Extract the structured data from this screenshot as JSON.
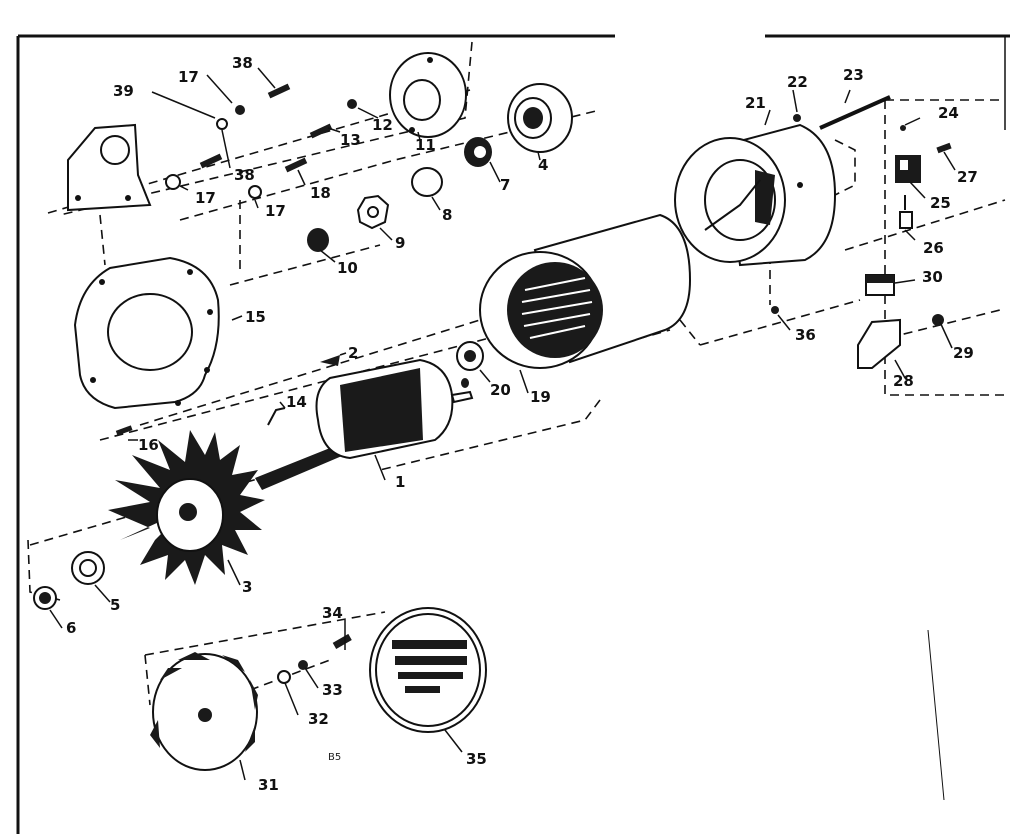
{
  "diagram": {
    "code": "B5",
    "parts": [
      {
        "id": "1",
        "label": "1"
      },
      {
        "id": "2",
        "label": "2"
      },
      {
        "id": "3",
        "label": "3"
      },
      {
        "id": "4",
        "label": "4"
      },
      {
        "id": "5",
        "label": "5"
      },
      {
        "id": "6",
        "label": "6"
      },
      {
        "id": "7",
        "label": "7"
      },
      {
        "id": "8",
        "label": "8"
      },
      {
        "id": "9",
        "label": "9"
      },
      {
        "id": "10",
        "label": "10"
      },
      {
        "id": "11",
        "label": "11"
      },
      {
        "id": "12",
        "label": "12"
      },
      {
        "id": "13",
        "label": "13"
      },
      {
        "id": "14",
        "label": "14"
      },
      {
        "id": "15",
        "label": "15"
      },
      {
        "id": "16",
        "label": "16"
      },
      {
        "id": "17a",
        "label": "17"
      },
      {
        "id": "17b",
        "label": "17"
      },
      {
        "id": "17c",
        "label": "17"
      },
      {
        "id": "18",
        "label": "18"
      },
      {
        "id": "19",
        "label": "19"
      },
      {
        "id": "20",
        "label": "20"
      },
      {
        "id": "21",
        "label": "21"
      },
      {
        "id": "22",
        "label": "22"
      },
      {
        "id": "23",
        "label": "23"
      },
      {
        "id": "24",
        "label": "24"
      },
      {
        "id": "25",
        "label": "25"
      },
      {
        "id": "26",
        "label": "26"
      },
      {
        "id": "27",
        "label": "27"
      },
      {
        "id": "28",
        "label": "28"
      },
      {
        "id": "29",
        "label": "29"
      },
      {
        "id": "30",
        "label": "30"
      },
      {
        "id": "31",
        "label": "31"
      },
      {
        "id": "32",
        "label": "32"
      },
      {
        "id": "33",
        "label": "33"
      },
      {
        "id": "34",
        "label": "34"
      },
      {
        "id": "35",
        "label": "35"
      },
      {
        "id": "36",
        "label": "36"
      },
      {
        "id": "38a",
        "label": "38"
      },
      {
        "id": "38b",
        "label": "38"
      },
      {
        "id": "39",
        "label": "39"
      }
    ]
  }
}
